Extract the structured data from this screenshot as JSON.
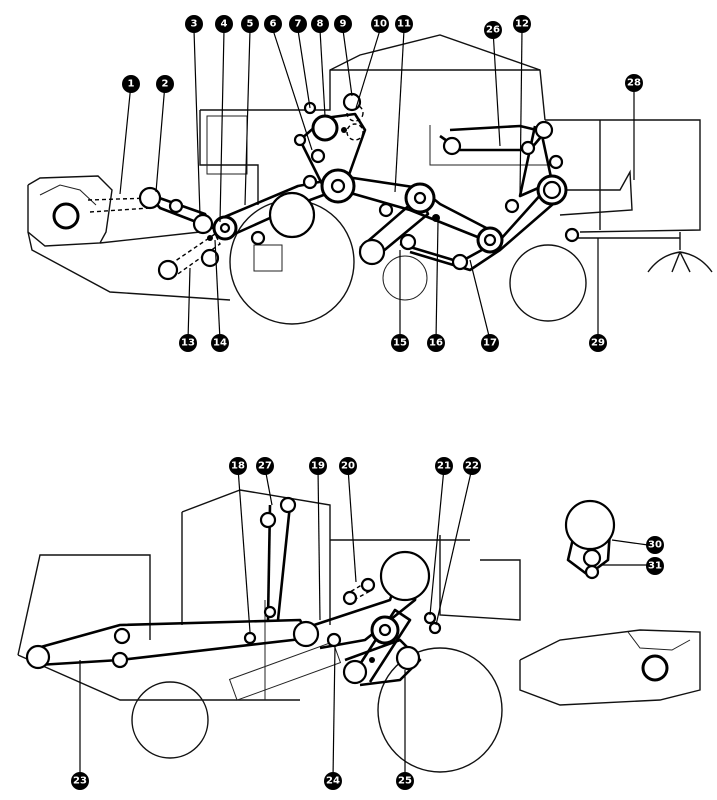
{
  "callouts": [
    "1",
    "2",
    "3",
    "4",
    "5",
    "6",
    "7",
    "8",
    "9",
    "10",
    "11",
    "12",
    "13",
    "14",
    "15",
    "16",
    "17",
    "26",
    "28",
    "29",
    "18",
    "19",
    "20",
    "21",
    "22",
    "23",
    "24",
    "25",
    "27",
    "30",
    "31"
  ],
  "colors": {
    "ink": "#000000",
    "paper": "#ffffff"
  }
}
